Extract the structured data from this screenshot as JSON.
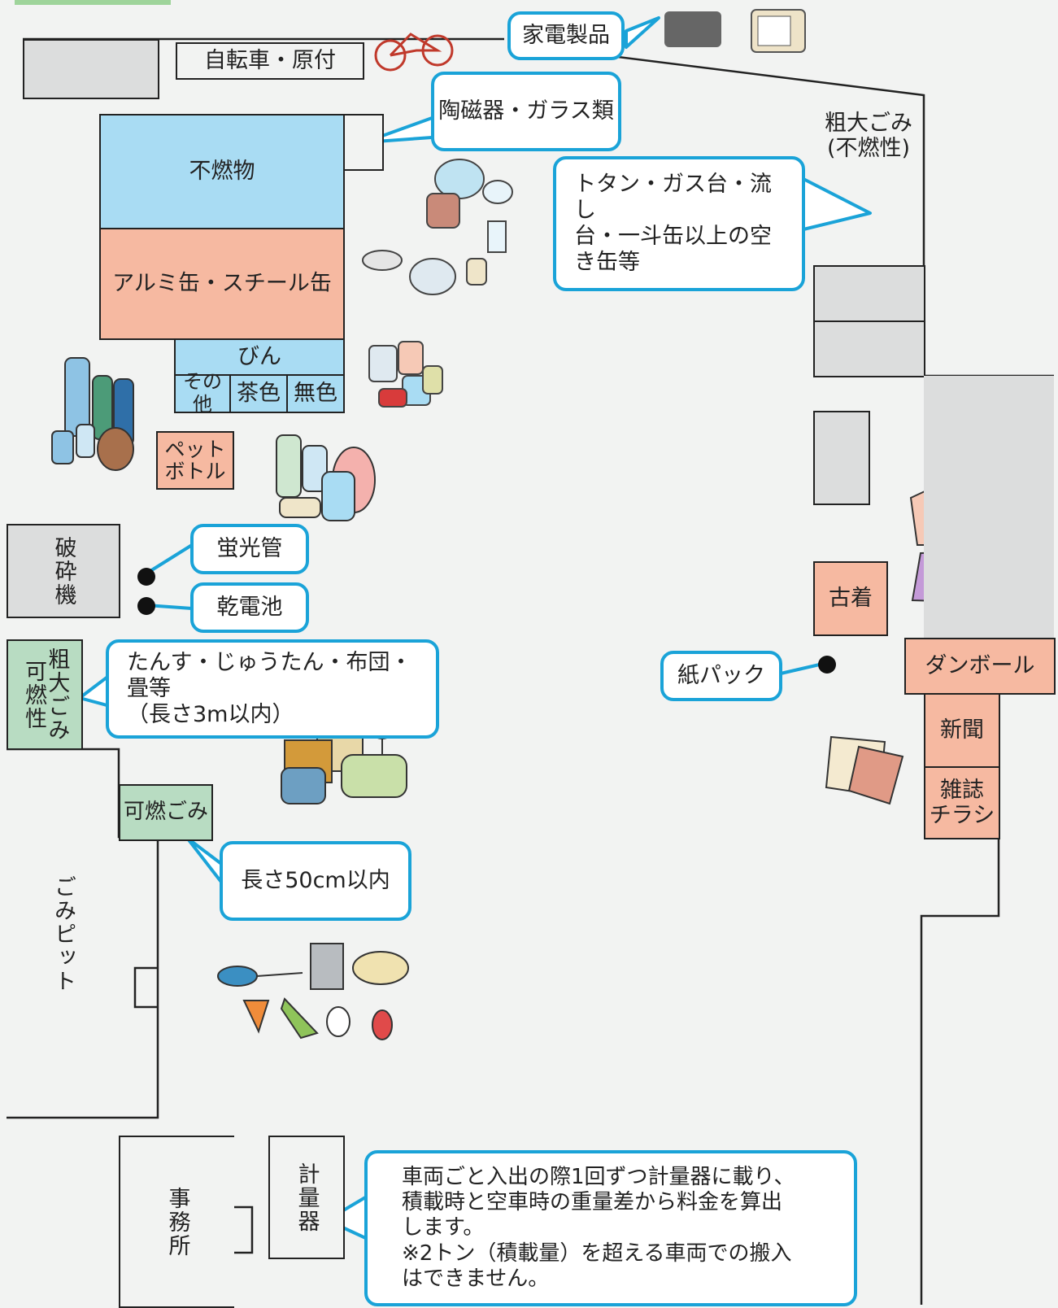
{
  "zones": {
    "bicycle": "自転車・原付",
    "incombustible": "不燃物",
    "cans": "アルミ缶・スチール缶",
    "bottles": "びん",
    "bottles_other": "その他",
    "bottles_brown": "茶色",
    "bottles_clear": "無色",
    "pet": "ペット\nボトル",
    "crusher": "破砕機",
    "bulky_combustible": "粗大ごみ可燃性",
    "combustible": "可燃ごみ",
    "pit": "ごみピット",
    "office": "事務所",
    "scale": "計量器",
    "bulky_incombustible": "粗大ごみ\n(不燃性)",
    "old_clothes": "古着",
    "cardboard": "ダンボール",
    "newspaper": "新聞",
    "magazines": "雑誌\nチラシ"
  },
  "callouts": {
    "appliances": "家電製品",
    "ceramics": "陶磁器・ガラス類",
    "metal_items": "トタン・ガス台・流し\n台・一斗缶以上の空\nき缶等",
    "fluorescent": "蛍光管",
    "batteries": "乾電池",
    "furniture": "たんす・じゅうたん・布団・畳等\n（長さ3m以内）",
    "length_limit": "長さ50cm以内",
    "paper_pack": "紙パック",
    "weighing": "車両ごと入出の際1回ずつ計量器に載り、\n積載時と空車時の重量差から料金を算出\nします。\n※2トン（積載量）を超える車両での搬入\nはできません。"
  },
  "colors": {
    "callout_border": "#1aa3d8",
    "blue_zone": "#a9dcf3",
    "salmon_zone": "#f6b9a1",
    "green_zone": "#b8dcc2",
    "gray_zone": "#dcdddd"
  }
}
